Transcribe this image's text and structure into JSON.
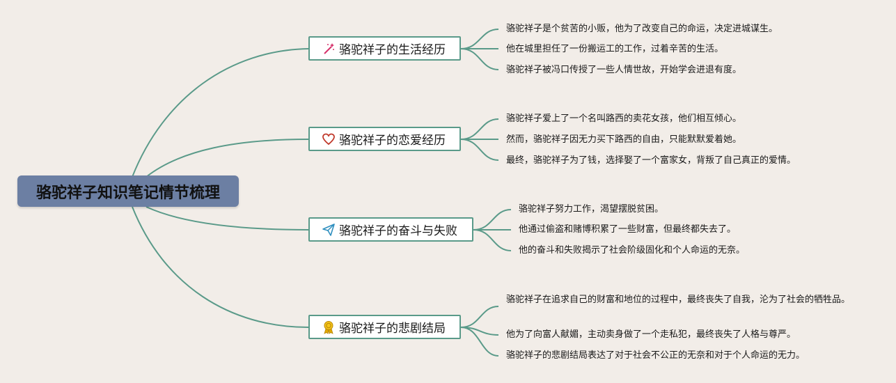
{
  "central_topic": "骆驼祥子知识笔记情节梳理",
  "colors": {
    "central_bg": "#6c7fa3",
    "connector": "#5a9a89",
    "background": "#f2ede8"
  },
  "branches": [
    {
      "title": "骆驼祥子的生活经历",
      "icon": "magic-wand-icon",
      "items": [
        "骆驼祥子是个贫苦的小贩，他为了改变自己的命运，决定进城谋生。",
        "他在城里担任了一份搬运工的工作，过着辛苦的生活。",
        "骆驼祥子被冯口传授了一些人情世故，开始学会进退有度。"
      ]
    },
    {
      "title": "骆驼祥子的恋爱经历",
      "icon": "heart-icon",
      "items": [
        "骆驼祥子爱上了一个名叫路西的卖花女孩，他们相互倾心。",
        "然而，骆驼祥子因无力买下路西的自由，只能默默爱着她。",
        "最终，骆驼祥子为了钱，选择娶了一个富家女，背叛了自己真正的爱情。"
      ]
    },
    {
      "title": "骆驼祥子的奋斗与失败",
      "icon": "paper-plane-icon",
      "items": [
        "骆驼祥子努力工作，渴望摆脱贫困。",
        "他通过偷盗和赌博积累了一些财富，但最终都失去了。",
        "他的奋斗和失败揭示了社会阶级固化和个人命运的无奈。"
      ]
    },
    {
      "title": "骆驼祥子的悲剧结局",
      "icon": "award-medal-icon",
      "items": [
        "骆驼祥子在追求自己的财富和地位的过程中，最终丧失了自我，沦为了社会的牺牲品。",
        "他为了向富人献媚，主动卖身做了一个走私犯，最终丧失了人格与尊严。",
        "骆驼祥子的悲剧结局表达了对于社会不公正的无奈和对于个人命运的无力。"
      ]
    }
  ]
}
